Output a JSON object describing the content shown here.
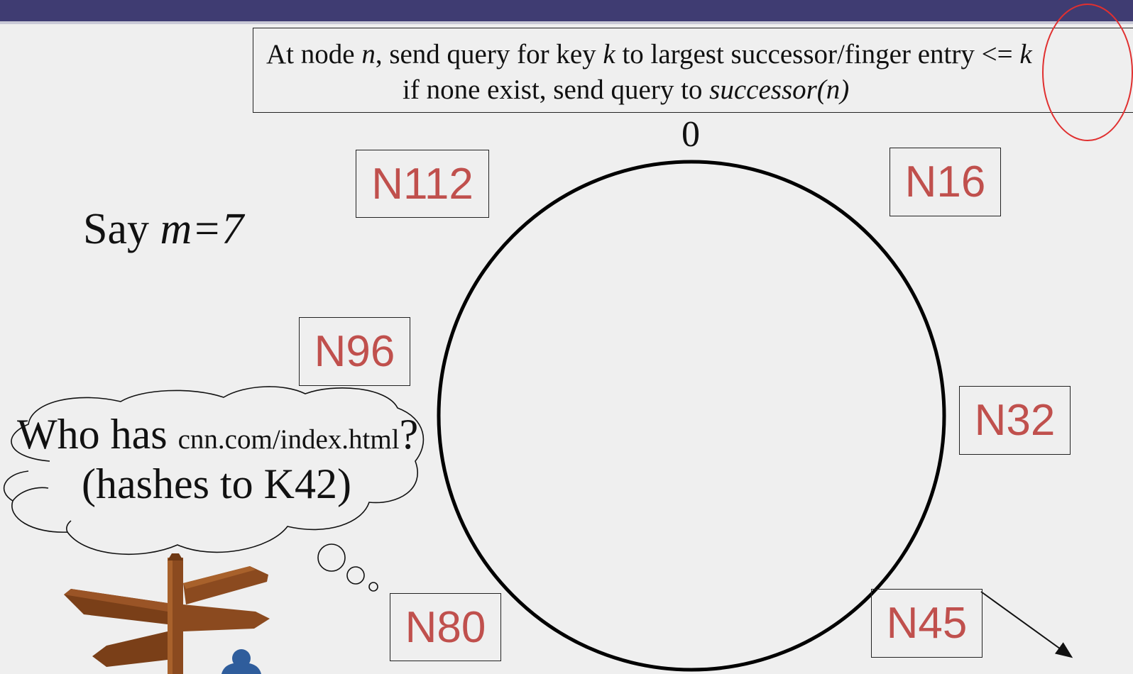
{
  "rule": {
    "line1_a": "At node ",
    "line1_n": "n",
    "line1_b": ", send query for key ",
    "line1_k": "k",
    "line1_c": " to largest successor/finger entry ",
    "line1_op": "<= ",
    "line1_k2": "k",
    "line2_a": "if none exist, send query to ",
    "line2_fn": "successor(n)"
  },
  "ring": {
    "zero_label": "0",
    "nodes": [
      "N16",
      "N32",
      "N45",
      "N80",
      "N96",
      "N112"
    ]
  },
  "say": {
    "prefix": "Say ",
    "expr": "m=7"
  },
  "cloud": {
    "who_has": "Who has ",
    "url": "cnn.com/index.html",
    "question": "?",
    "hash_line": "(hashes to K42)"
  },
  "colors": {
    "node_text": "#c0504d",
    "top_bar": "#3f3c72",
    "highlight_circle": "#e03030",
    "signpost": "#8b4a1f"
  },
  "icons": [
    "signpost-icon",
    "person-icon",
    "thought-cloud-icon"
  ]
}
